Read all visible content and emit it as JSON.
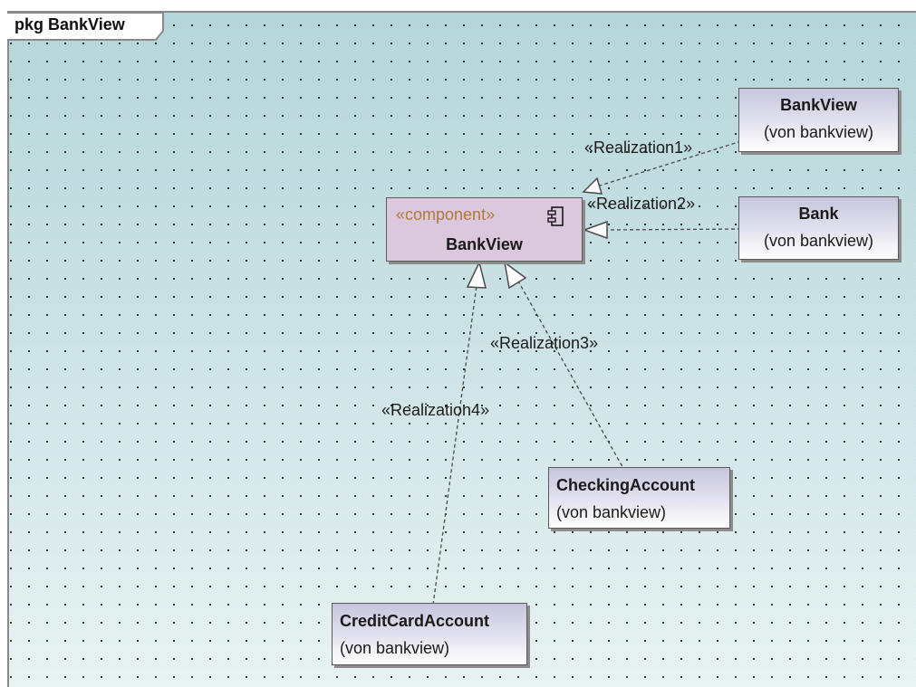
{
  "package": {
    "tab_label": "pkg BankView"
  },
  "component": {
    "stereotype": "«component»",
    "name": "BankView",
    "icon": "component-icon"
  },
  "classes": {
    "bankview": {
      "name": "BankView",
      "sub": "(von bankview)"
    },
    "bank": {
      "name": "Bank",
      "sub": "(von bankview)"
    },
    "checking": {
      "name": "CheckingAccount",
      "sub": "(von bankview)"
    },
    "creditcard": {
      "name": "CreditCardAccount",
      "sub": "(von bankview)"
    }
  },
  "relations": {
    "r1": "«Realization1»",
    "r2": "«Realization2»",
    "r3": "«Realization3»",
    "r4": "«Realization4»"
  },
  "colors": {
    "component_fill": "#dcc8dc",
    "stereotype_text": "#b07a3a",
    "class_fill_top": "#c7c5dd",
    "frame_bg": "#cfe4e6"
  }
}
